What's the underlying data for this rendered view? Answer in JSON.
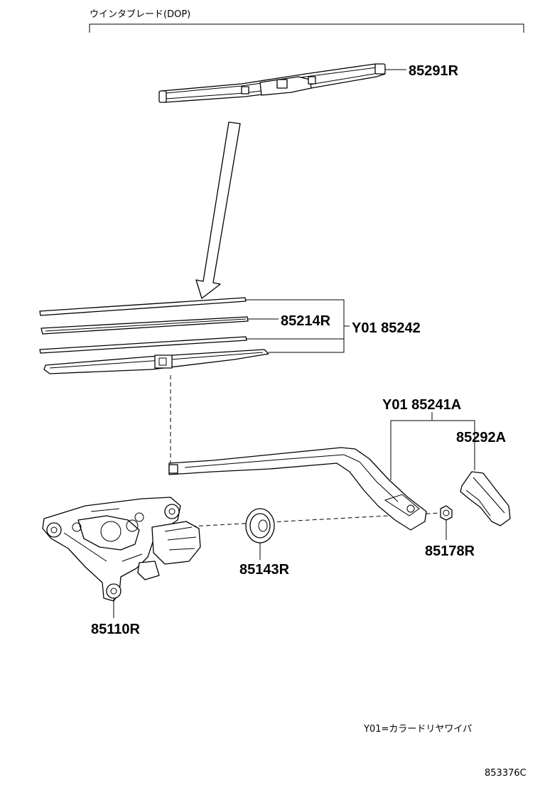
{
  "header": {
    "dop_label": "ウインタブレード(DOP)"
  },
  "parts": {
    "winter_blade": "85291R",
    "blade_insert": "85214R",
    "blade_assembly": "Y01 85242",
    "arm_assembly": "Y01 85241A",
    "arm_cover": "85292A",
    "pivot_nut": "85178R",
    "pivot_grommet": "85143R",
    "wiper_motor": "85110R"
  },
  "footer": {
    "note": "Y01=カラードリヤワイパ",
    "diagram_code": "853376C"
  }
}
